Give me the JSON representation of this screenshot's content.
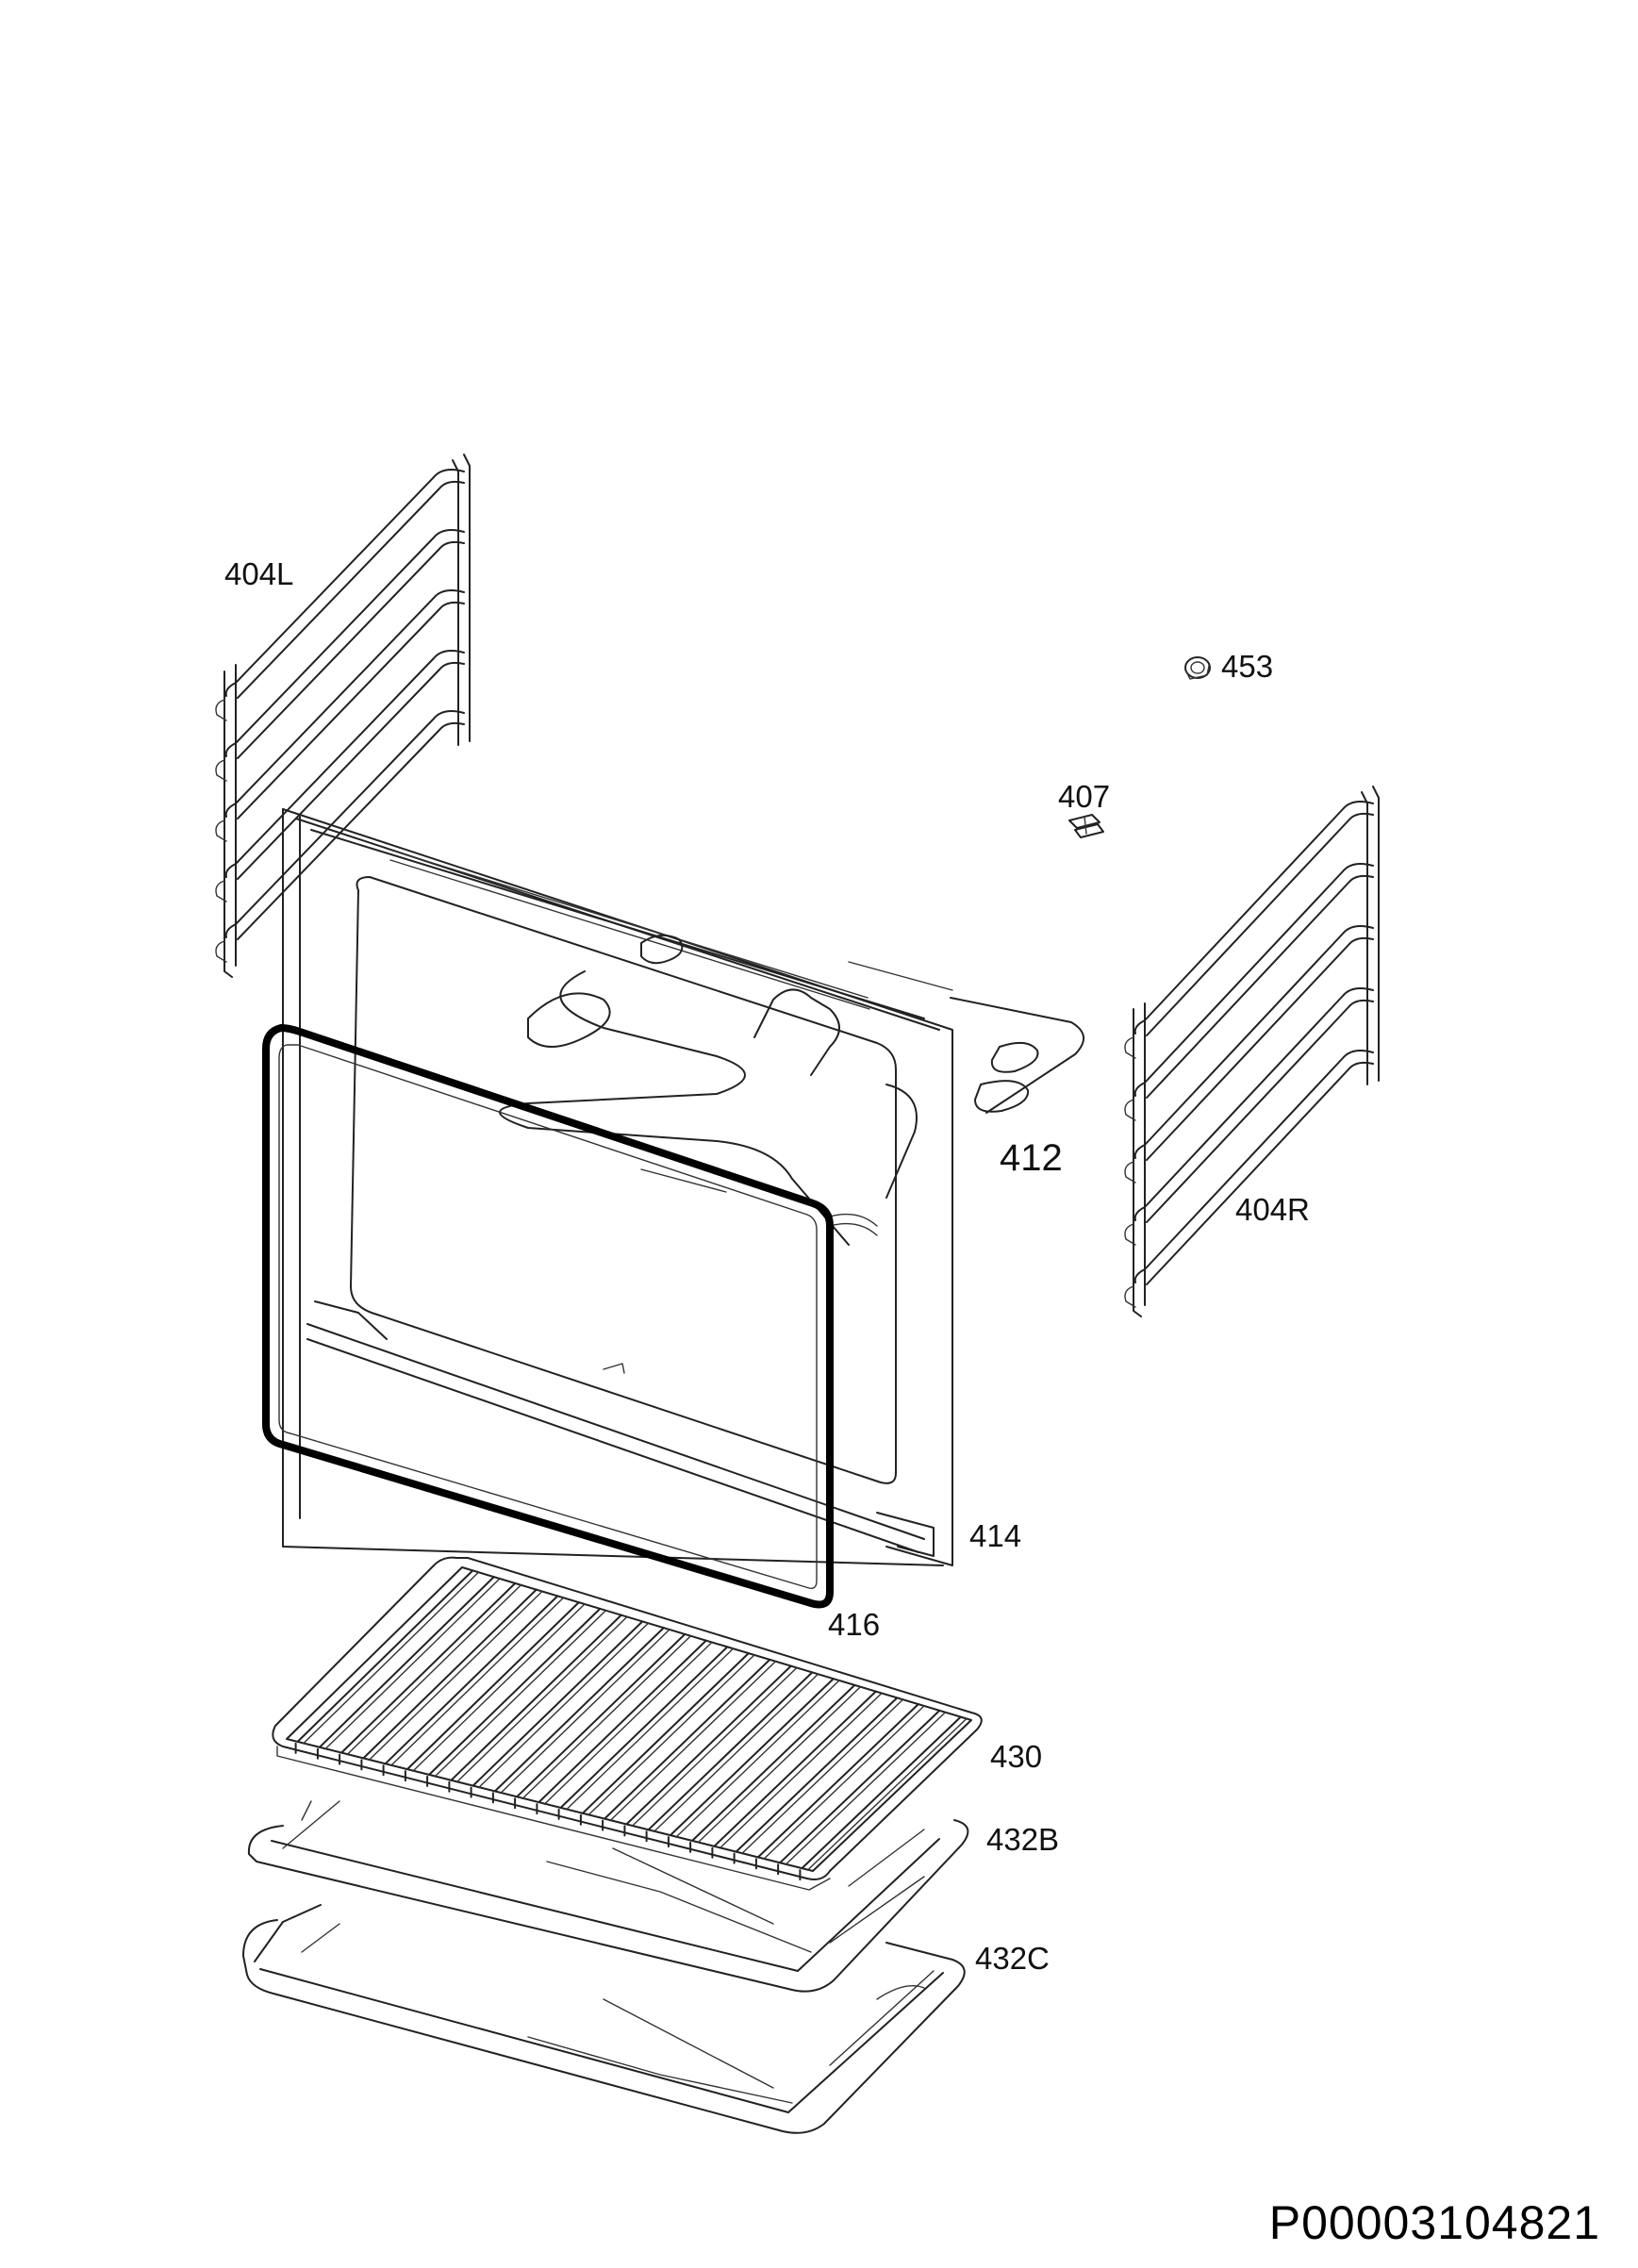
{
  "drawing": {
    "parts": [
      {
        "id": "rack_left",
        "label": "404L"
      },
      {
        "id": "lamp_cover",
        "label": "453"
      },
      {
        "id": "clip",
        "label": "407"
      },
      {
        "id": "oven_cavity",
        "label": "412"
      },
      {
        "id": "rack_right",
        "label": "404R"
      },
      {
        "id": "front_frame",
        "label": "414"
      },
      {
        "id": "seal",
        "label": "416"
      },
      {
        "id": "grid_shelf",
        "label": "430"
      },
      {
        "id": "baking_tray",
        "label": "432B"
      },
      {
        "id": "deep_tray",
        "label": "432C"
      }
    ],
    "document_code": "P00003104821"
  },
  "colors": {
    "line": "#222222",
    "background": "#ffffff"
  }
}
